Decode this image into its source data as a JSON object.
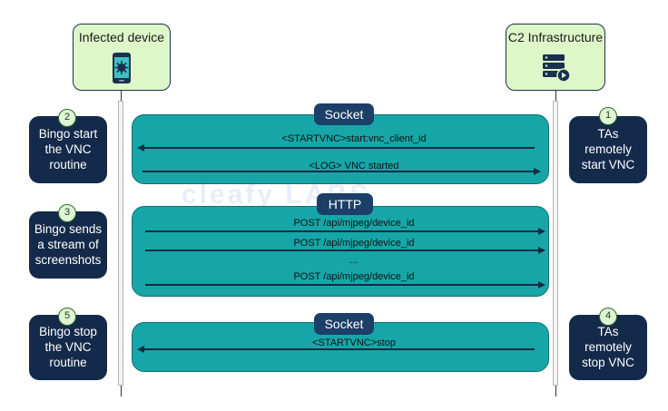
{
  "actors": {
    "left": {
      "label": "Infected device",
      "icon": "infected-phone-icon"
    },
    "right": {
      "label": "C2 Infrastructure",
      "icon": "server-icon"
    }
  },
  "watermark": "cleafy LABS",
  "blocks": [
    {
      "label": "Socket",
      "messages": [
        {
          "text": "<STARTVNC>start:vnc_client_id",
          "direction": "left"
        },
        {
          "text": "<LOG> VNC started",
          "direction": "right"
        }
      ]
    },
    {
      "label": "HTTP",
      "messages": [
        {
          "text": "POST /api/mjpeg/device_id",
          "direction": "right"
        },
        {
          "text": "POST /api/mjpeg/device_id",
          "direction": "right"
        },
        {
          "text": "...",
          "direction": "none"
        },
        {
          "text": "POST /api/mjpeg/device_id",
          "direction": "right"
        }
      ]
    },
    {
      "label": "Socket",
      "messages": [
        {
          "text": "<STARTVNC>stop",
          "direction": "left"
        }
      ]
    }
  ],
  "left_steps": [
    {
      "num": "2",
      "text": "Bingo start\nthe VNC\nroutine"
    },
    {
      "num": "3",
      "text": "Bingo sends\na stream of\nscreenshots"
    },
    {
      "num": "5",
      "text": "Bingo stop\nthe VNC\nroutine"
    }
  ],
  "right_steps": [
    {
      "num": "1",
      "text": "TAs\nremotely\nstart VNC"
    },
    {
      "num": "4",
      "text": "TAs\nremotely\nstop VNC"
    }
  ],
  "colors": {
    "actor_bg": "#ddf7c9",
    "block_teal": "#17a6a8",
    "label_navy": "#1b3f66",
    "card_navy": "#142a4a",
    "badge_bg": "#dff4d2"
  }
}
